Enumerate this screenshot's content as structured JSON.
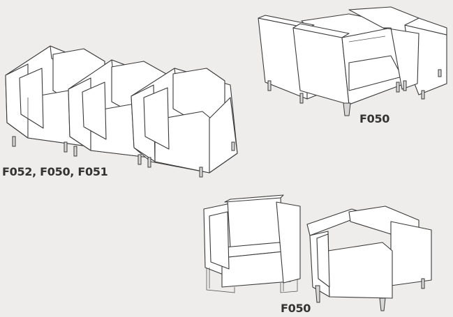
{
  "labels": {
    "group_three_seat": "F052, F050, F051",
    "group_four_back_to_back": "F050",
    "group_two_chairs": "F050"
  },
  "colors": {
    "background": "#efedeb",
    "line": "#3a3a3a",
    "fill": "#ffffff",
    "label_text": "#333333"
  }
}
